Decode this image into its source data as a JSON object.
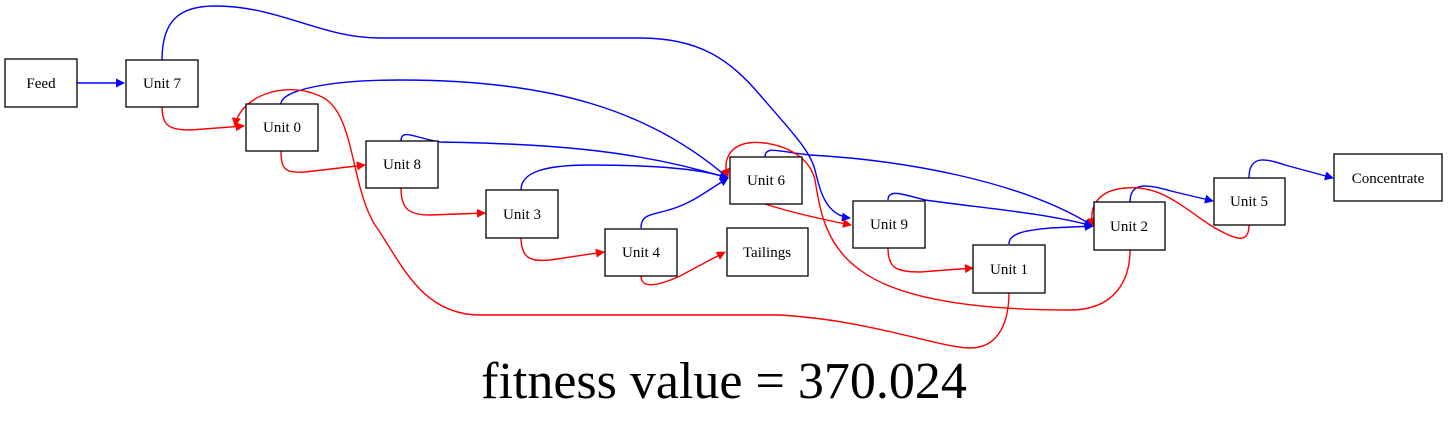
{
  "colors": {
    "concentrate_edge": "#0000ff",
    "tailings_edge": "#ff0000",
    "node_border": "#000000"
  },
  "nodes": {
    "feed": "Feed",
    "unit7": "Unit 7",
    "unit0": "Unit 0",
    "unit8": "Unit 8",
    "unit3": "Unit 3",
    "unit4": "Unit 4",
    "unit6": "Unit 6",
    "tailings": "Tailings",
    "unit9": "Unit 9",
    "unit1": "Unit 1",
    "unit2": "Unit 2",
    "unit5": "Unit 5",
    "concentrate": "Concentrate"
  },
  "edges": [
    {
      "from": "feed",
      "to": "unit7",
      "stream": "concentrate"
    },
    {
      "from": "unit7",
      "to": "unit9",
      "stream": "concentrate"
    },
    {
      "from": "unit7",
      "to": "unit0",
      "stream": "tailings"
    },
    {
      "from": "unit0",
      "to": "unit6",
      "stream": "concentrate"
    },
    {
      "from": "unit0",
      "to": "unit8",
      "stream": "tailings"
    },
    {
      "from": "unit8",
      "to": "unit6",
      "stream": "concentrate"
    },
    {
      "from": "unit8",
      "to": "unit3",
      "stream": "tailings"
    },
    {
      "from": "unit3",
      "to": "unit6",
      "stream": "concentrate"
    },
    {
      "from": "unit3",
      "to": "unit4",
      "stream": "tailings"
    },
    {
      "from": "unit4",
      "to": "unit6",
      "stream": "concentrate"
    },
    {
      "from": "unit4",
      "to": "tailings",
      "stream": "tailings"
    },
    {
      "from": "unit6",
      "to": "unit2",
      "stream": "concentrate"
    },
    {
      "from": "unit6",
      "to": "unit9",
      "stream": "tailings"
    },
    {
      "from": "unit9",
      "to": "unit2",
      "stream": "concentrate"
    },
    {
      "from": "unit9",
      "to": "unit1",
      "stream": "tailings"
    },
    {
      "from": "unit1",
      "to": "unit2",
      "stream": "concentrate"
    },
    {
      "from": "unit1",
      "to": "unit0",
      "stream": "tailings"
    },
    {
      "from": "unit2",
      "to": "unit5",
      "stream": "concentrate"
    },
    {
      "from": "unit2",
      "to": "unit6",
      "stream": "tailings"
    },
    {
      "from": "unit5",
      "to": "concentrate",
      "stream": "concentrate"
    },
    {
      "from": "unit5",
      "to": "unit2",
      "stream": "tailings"
    }
  ],
  "caption": "fitness value = 370.024"
}
